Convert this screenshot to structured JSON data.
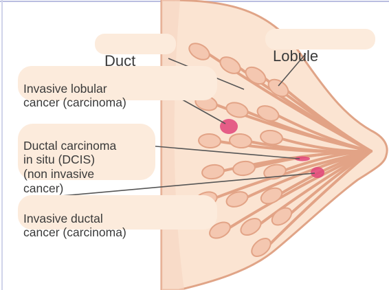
{
  "labels": {
    "duct": "Duct",
    "lobule": "Lobule",
    "invasive_lobular": "Invasive lobular\ncancer (carcinoma)",
    "dcis": "Ductal carcinoma\nin situ (DCIS)\n(non invasive\ncancer)",
    "invasive_ductal": "Invasive ductal\ncancer (carcinoma)"
  },
  "colors": {
    "tissue_fill": "#fbe4d2",
    "tissue_outline": "#e0a487",
    "duct_fill": "#f4c7b0",
    "duct_stroke": "#e2a386",
    "tumor": "#e0457a",
    "leader": "#555555",
    "label_bg": "#fcebdc",
    "border": "#9aa0c8"
  }
}
